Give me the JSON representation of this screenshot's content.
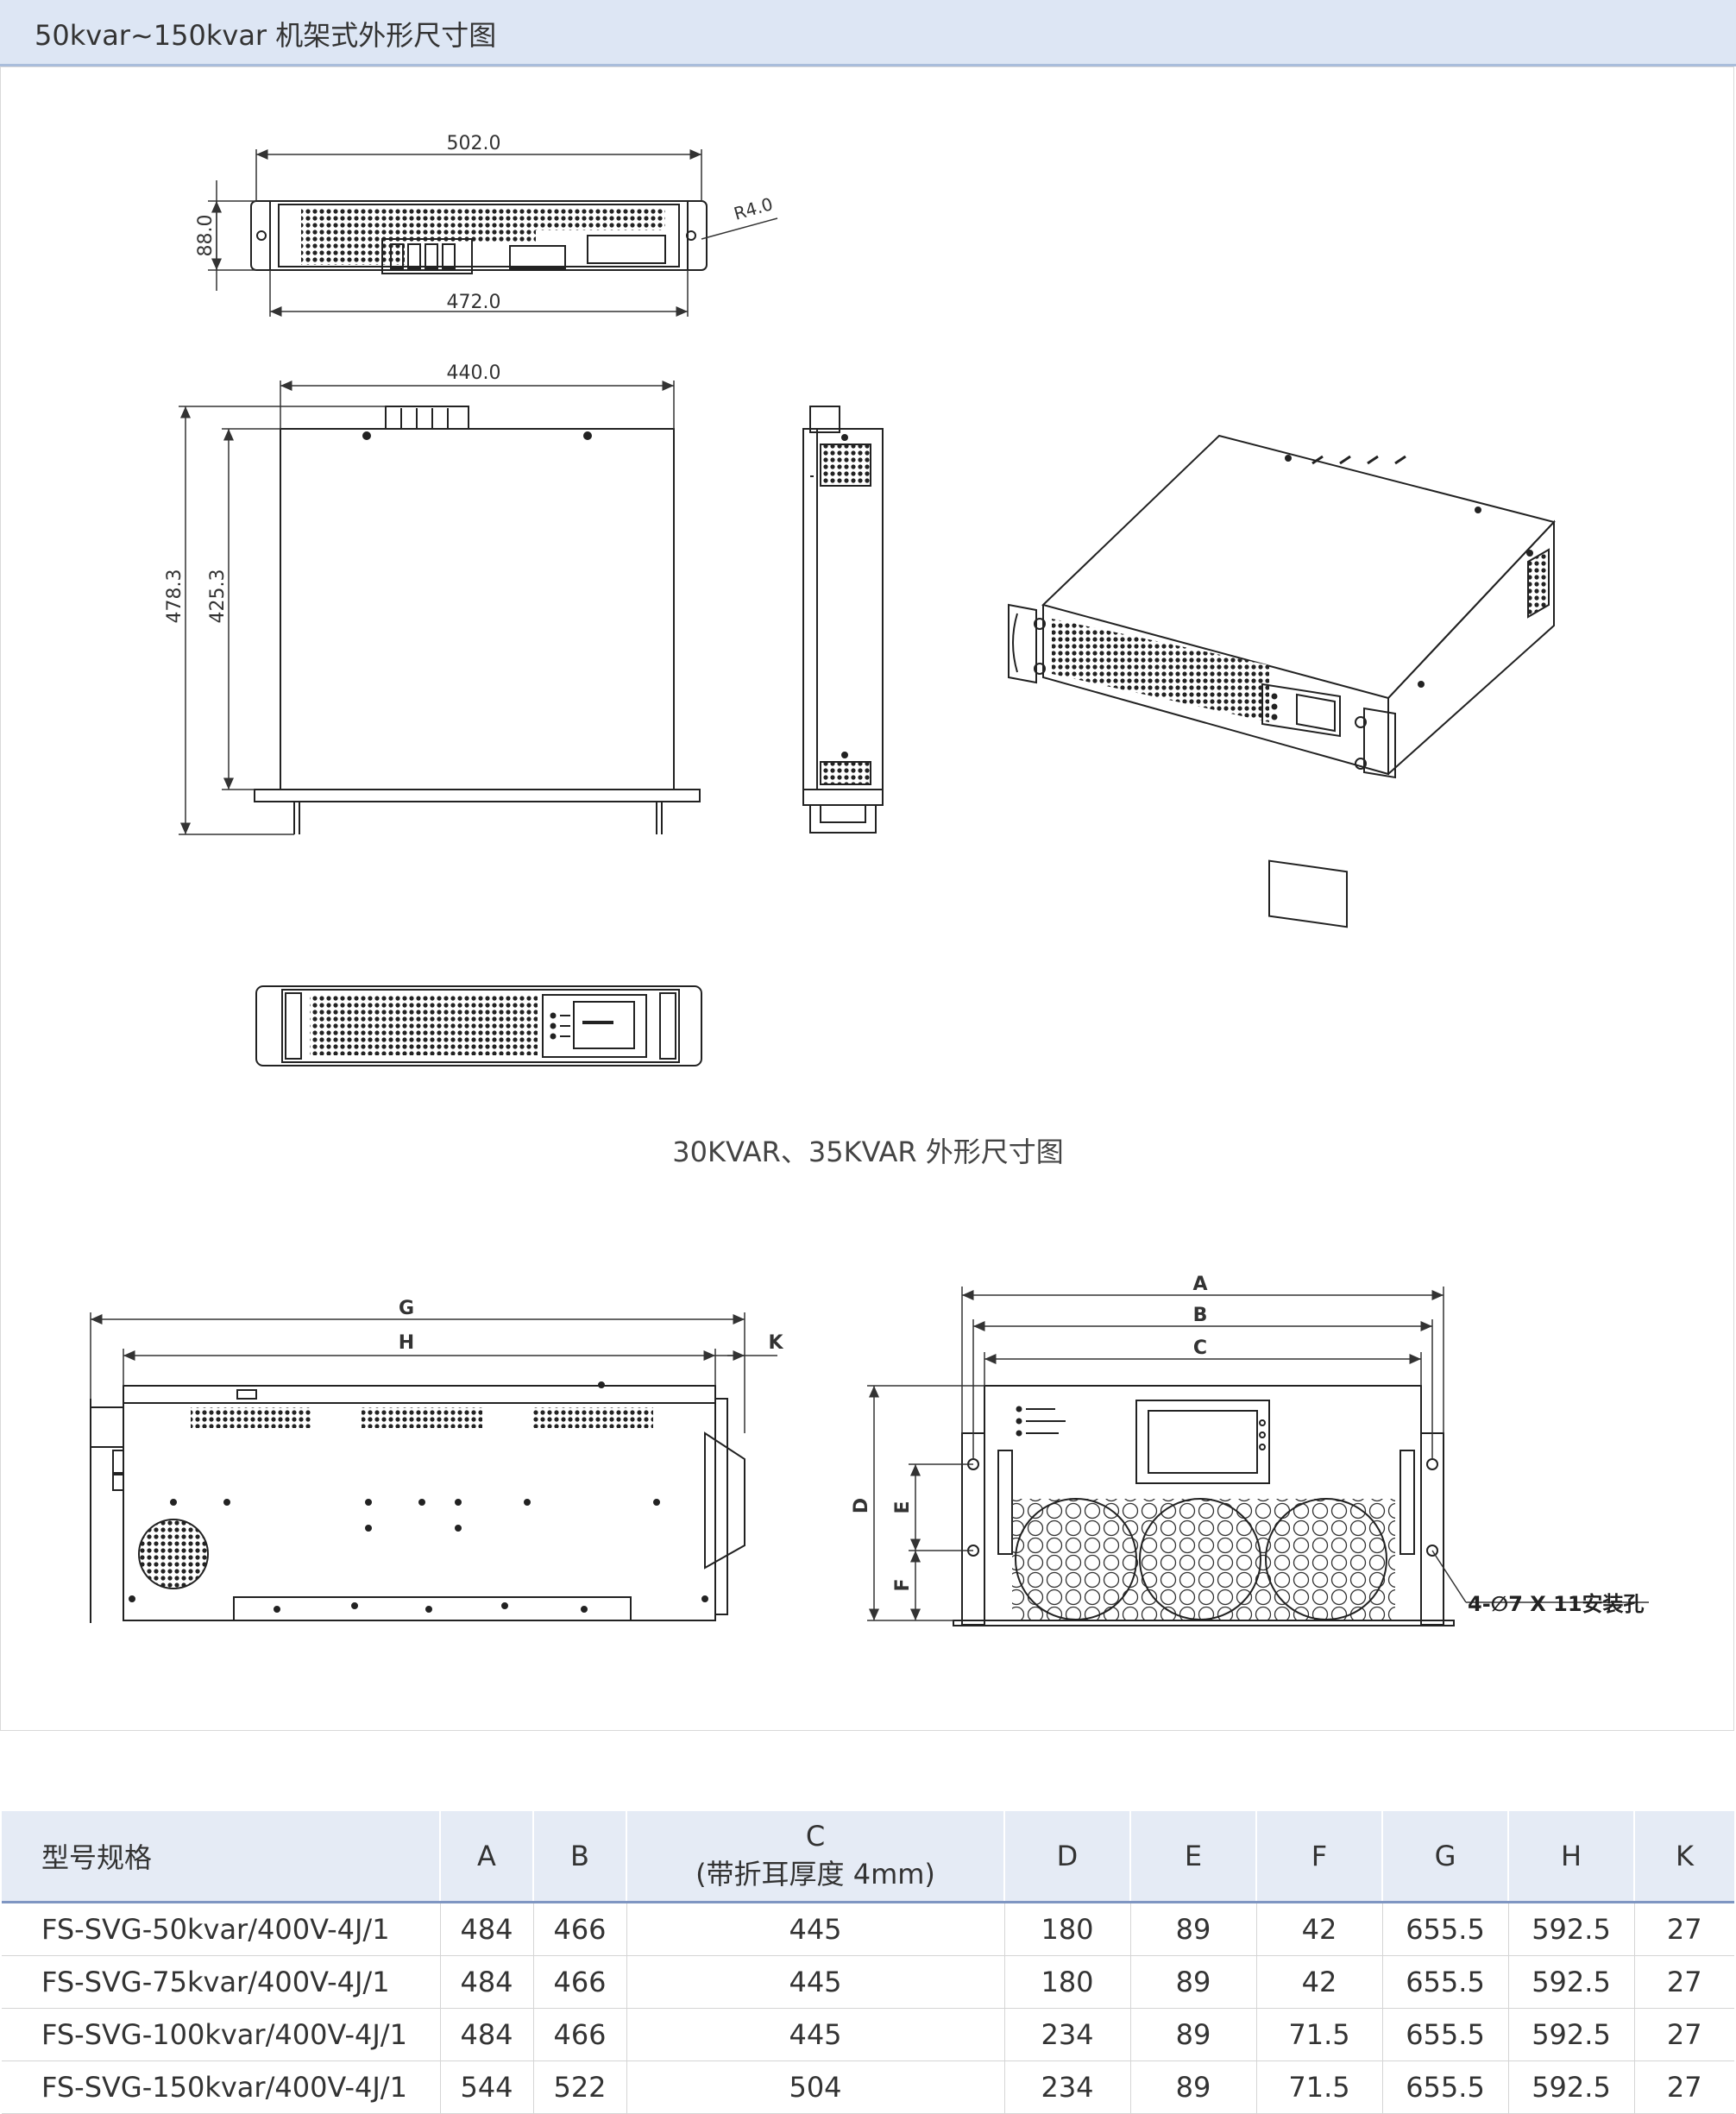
{
  "header": {
    "title": "50kvar~150kvar 机架式外形尺寸图"
  },
  "drawing_top": {
    "dim_502": "502.0",
    "dim_88": "88.0",
    "dim_472": "472.0",
    "dim_r4": "R4.0",
    "dim_440": "440.0",
    "dim_478": "478.3",
    "dim_425": "425.3"
  },
  "caption": "30KVAR、35KVAR 外形尺寸图",
  "drawing_bottom": {
    "label_g": "G",
    "label_h": "H",
    "label_k": "K",
    "label_a": "A",
    "label_b": "B",
    "label_c": "C",
    "label_d": "D",
    "label_e": "E",
    "label_f": "F",
    "hole_note": "4-∅7 X 11安装孔"
  },
  "table": {
    "headers": [
      "型号规格",
      "A",
      "B",
      "C",
      "D",
      "E",
      "F",
      "G",
      "H",
      "K"
    ],
    "c_header_line1": "C",
    "c_header_line2": "(带折耳厚度 4mm)",
    "rows": [
      [
        "FS-SVG-50kvar/400V-4J/1",
        "484",
        "466",
        "445",
        "180",
        "89",
        "42",
        "655.5",
        "592.5",
        "27"
      ],
      [
        "FS-SVG-75kvar/400V-4J/1",
        "484",
        "466",
        "445",
        "180",
        "89",
        "42",
        "655.5",
        "592.5",
        "27"
      ],
      [
        "FS-SVG-100kvar/400V-4J/1",
        "484",
        "466",
        "445",
        "234",
        "89",
        "71.5",
        "655.5",
        "592.5",
        "27"
      ],
      [
        "FS-SVG-150kvar/400V-4J/1",
        "544",
        "522",
        "504",
        "234",
        "89",
        "71.5",
        "655.5",
        "592.5",
        "27"
      ]
    ]
  }
}
